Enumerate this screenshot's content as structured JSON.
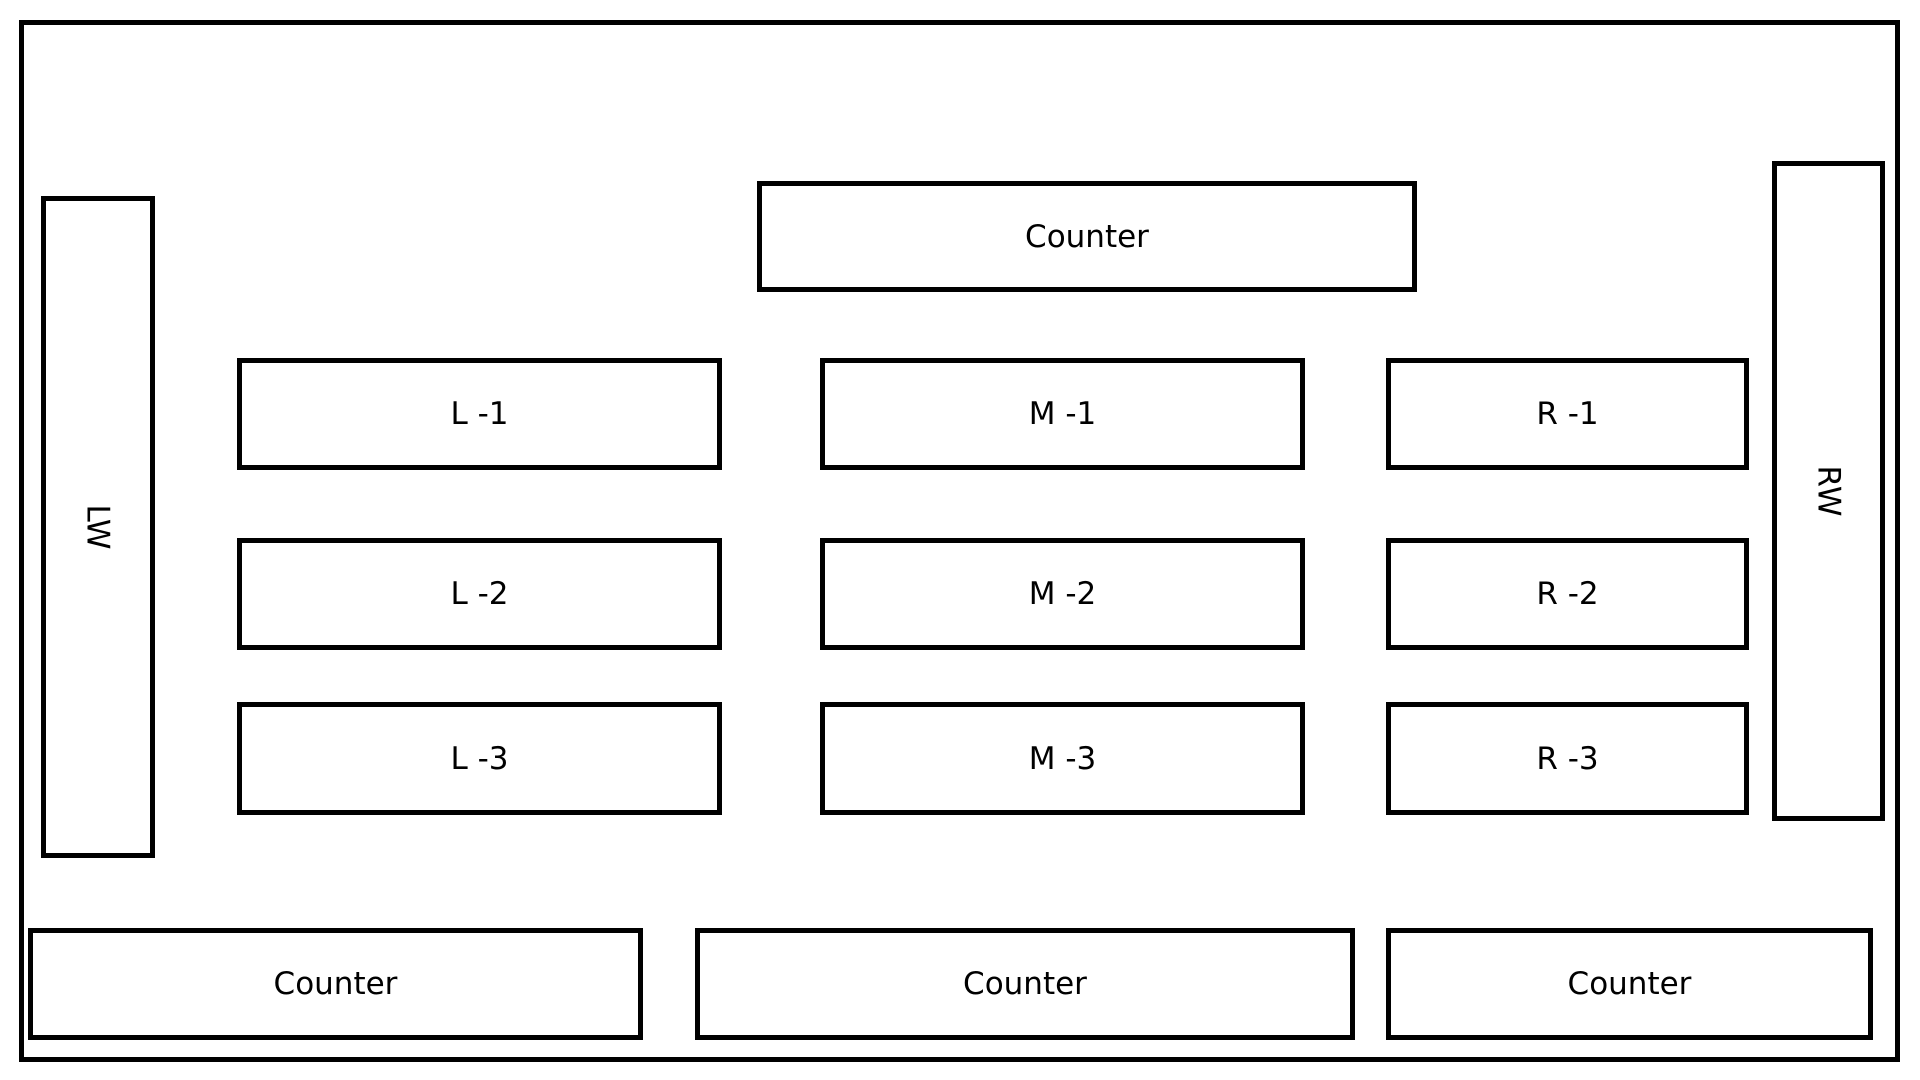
{
  "colors": {
    "stroke": "#000000",
    "background": "#ffffff",
    "text": "#000000"
  },
  "layout_diagram": {
    "top_counter": "Counter",
    "rows": [
      {
        "left": "L -1",
        "middle": "M -1",
        "right": "R -1"
      },
      {
        "left": "L -2",
        "middle": "M -2",
        "right": "R -2"
      },
      {
        "left": "L -3",
        "middle": "M -3",
        "right": "R -3"
      }
    ],
    "left_wall": "LW",
    "right_wall": "RW",
    "bottom_counters": [
      "Counter",
      "Counter",
      "Counter"
    ]
  }
}
